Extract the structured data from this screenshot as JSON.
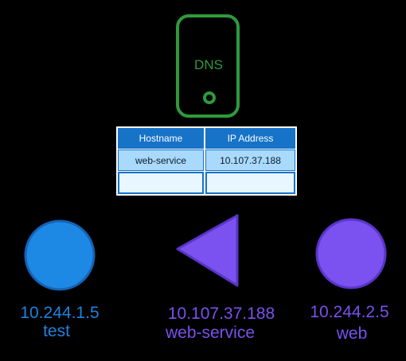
{
  "dns": {
    "label": "DNS",
    "color": "#2e9a3c",
    "table": {
      "columns": [
        "Hostname",
        "IP Address"
      ],
      "rows": [
        [
          "web-service",
          "10.107.37.188"
        ],
        [
          "",
          ""
        ]
      ]
    }
  },
  "nodes": {
    "test": {
      "ip": "10.244.1.5",
      "name": "test",
      "shape": "circle",
      "color": "#1e88e5"
    },
    "service": {
      "ip": "10.107.37.188",
      "name": "web-service",
      "shape": "triangle",
      "color": "#7b51f0"
    },
    "web": {
      "ip": "10.244.2.5",
      "name": "web",
      "shape": "circle",
      "color": "#7b51f0"
    }
  }
}
